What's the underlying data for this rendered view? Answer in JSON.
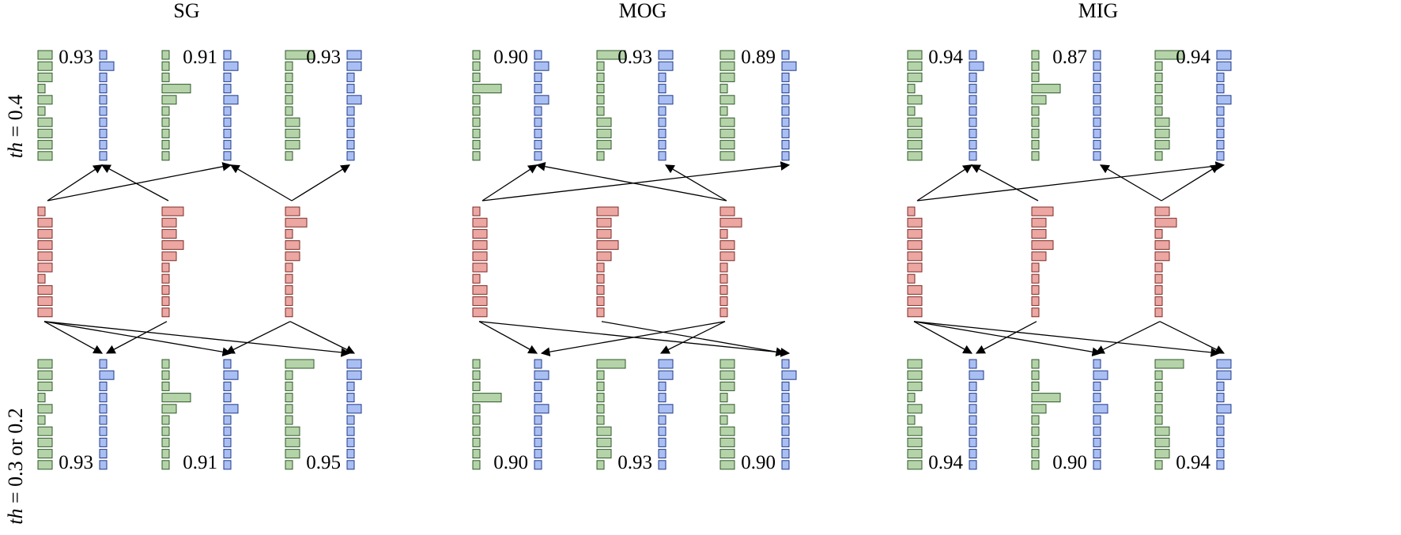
{
  "colors": {
    "green_fill": "#b5d3a8",
    "green_stroke": "#2f5a2a",
    "blue_fill": "#a9bef2",
    "blue_stroke": "#1f3a8a",
    "red_fill": "#eda7a2",
    "red_stroke": "#7a2a25",
    "arrow": "#000000"
  },
  "row_labels": {
    "top": {
      "var": "th",
      "rest": " = 0.4"
    },
    "bottom": {
      "var": "th",
      "rest": " = 0.3 or 0.2"
    }
  },
  "panels": [
    {
      "title": "SG",
      "top_pairs": [
        {
          "score": "0.93",
          "green": [
            2,
            2,
            2,
            1,
            2,
            1,
            2,
            2,
            2,
            2
          ],
          "blue": [
            1,
            2,
            1,
            1,
            1,
            1,
            1,
            1,
            1,
            1
          ]
        },
        {
          "score": "0.91",
          "green": [
            1,
            1,
            1,
            4,
            2,
            1,
            1,
            1,
            1,
            1
          ],
          "blue": [
            1,
            2,
            1,
            1,
            2,
            1,
            1,
            1,
            1,
            1
          ]
        },
        {
          "score": "0.93",
          "green": [
            4,
            1,
            1,
            1,
            1,
            1,
            2,
            2,
            2,
            1
          ],
          "blue": [
            2,
            2,
            1,
            1,
            2,
            1,
            1,
            1,
            1,
            1
          ]
        }
      ],
      "middle": [
        [
          1,
          2,
          2,
          2,
          2,
          2,
          1,
          2,
          2,
          2
        ],
        [
          3,
          2,
          2,
          3,
          2,
          1,
          1,
          1,
          1,
          1
        ],
        [
          2,
          3,
          1,
          2,
          2,
          1,
          1,
          1,
          1,
          1
        ]
      ],
      "bottom_pairs": [
        {
          "score": "0.93",
          "green": [
            2,
            2,
            2,
            1,
            2,
            1,
            2,
            2,
            2,
            2
          ],
          "blue": [
            1,
            2,
            1,
            1,
            1,
            1,
            1,
            1,
            1,
            1
          ]
        },
        {
          "score": "0.91",
          "green": [
            1,
            1,
            1,
            4,
            2,
            1,
            1,
            1,
            1,
            1
          ],
          "blue": [
            1,
            2,
            1,
            1,
            2,
            1,
            1,
            1,
            1,
            1
          ]
        },
        {
          "score": "0.95",
          "green": [
            4,
            1,
            1,
            1,
            1,
            1,
            2,
            2,
            2,
            1
          ],
          "blue": [
            2,
            2,
            1,
            1,
            2,
            1,
            1,
            1,
            1,
            1
          ]
        }
      ],
      "top_arrows": [
        [
          0,
          0
        ],
        [
          0,
          1
        ],
        [
          1,
          0
        ],
        [
          2,
          1
        ],
        [
          2,
          2
        ]
      ],
      "bottom_arrows": [
        [
          0,
          0
        ],
        [
          0,
          1
        ],
        [
          0,
          2
        ],
        [
          1,
          0
        ],
        [
          2,
          1
        ],
        [
          2,
          2
        ]
      ]
    },
    {
      "title": "MOG",
      "top_pairs": [
        {
          "score": "0.90",
          "green": [
            1,
            1,
            1,
            4,
            1,
            1,
            1,
            1,
            1,
            1
          ],
          "blue": [
            1,
            2,
            1,
            1,
            2,
            1,
            1,
            1,
            1,
            1
          ]
        },
        {
          "score": "0.93",
          "green": [
            4,
            1,
            1,
            1,
            1,
            1,
            2,
            2,
            2,
            1
          ],
          "blue": [
            2,
            2,
            1,
            1,
            2,
            1,
            1,
            1,
            1,
            1
          ]
        },
        {
          "score": "0.89",
          "green": [
            2,
            2,
            2,
            1,
            2,
            1,
            2,
            2,
            2,
            2
          ],
          "blue": [
            1,
            2,
            1,
            1,
            1,
            1,
            1,
            1,
            1,
            1
          ]
        }
      ],
      "middle": [
        [
          1,
          2,
          2,
          2,
          2,
          2,
          1,
          2,
          2,
          2
        ],
        [
          3,
          2,
          2,
          3,
          2,
          1,
          1,
          1,
          1,
          1
        ],
        [
          2,
          3,
          1,
          2,
          2,
          1,
          1,
          1,
          1,
          1
        ]
      ],
      "bottom_pairs": [
        {
          "score": "0.90",
          "green": [
            1,
            1,
            1,
            4,
            1,
            1,
            1,
            1,
            1,
            1
          ],
          "blue": [
            1,
            2,
            1,
            1,
            2,
            1,
            1,
            1,
            1,
            1
          ]
        },
        {
          "score": "0.93",
          "green": [
            4,
            1,
            1,
            1,
            1,
            1,
            2,
            2,
            2,
            1
          ],
          "blue": [
            2,
            2,
            1,
            1,
            2,
            1,
            1,
            1,
            1,
            1
          ]
        },
        {
          "score": "0.90",
          "green": [
            2,
            2,
            2,
            1,
            2,
            1,
            2,
            2,
            2,
            2
          ],
          "blue": [
            1,
            2,
            1,
            1,
            1,
            1,
            1,
            1,
            1,
            1
          ]
        }
      ],
      "top_arrows": [
        [
          0,
          0
        ],
        [
          0,
          2
        ],
        [
          2,
          0
        ],
        [
          2,
          1
        ]
      ],
      "bottom_arrows": [
        [
          0,
          0
        ],
        [
          0,
          2
        ],
        [
          1,
          2
        ],
        [
          2,
          0
        ],
        [
          2,
          1
        ]
      ]
    },
    {
      "title": "MIG",
      "top_pairs": [
        {
          "score": "0.94",
          "green": [
            2,
            2,
            2,
            1,
            2,
            1,
            2,
            2,
            2,
            2
          ],
          "blue": [
            1,
            2,
            1,
            1,
            1,
            1,
            1,
            1,
            1,
            1
          ]
        },
        {
          "score": "0.87",
          "green": [
            1,
            1,
            1,
            4,
            2,
            1,
            1,
            1,
            1,
            1
          ],
          "blue": [
            1,
            1,
            1,
            1,
            1,
            1,
            1,
            1,
            1,
            1
          ]
        },
        {
          "score": "0.94",
          "green": [
            4,
            1,
            1,
            1,
            1,
            1,
            2,
            2,
            2,
            1
          ],
          "blue": [
            2,
            2,
            1,
            1,
            2,
            1,
            1,
            1,
            1,
            1
          ]
        }
      ],
      "middle": [
        [
          1,
          2,
          2,
          2,
          2,
          2,
          1,
          2,
          2,
          2
        ],
        [
          3,
          2,
          2,
          3,
          2,
          1,
          1,
          1,
          1,
          1
        ],
        [
          2,
          3,
          1,
          2,
          2,
          1,
          1,
          1,
          1,
          1
        ]
      ],
      "bottom_pairs": [
        {
          "score": "0.94",
          "green": [
            2,
            2,
            2,
            1,
            2,
            1,
            2,
            2,
            2,
            2
          ],
          "blue": [
            1,
            2,
            1,
            1,
            1,
            1,
            1,
            1,
            1,
            1
          ]
        },
        {
          "score": "0.90",
          "green": [
            1,
            1,
            1,
            4,
            2,
            1,
            1,
            1,
            1,
            1
          ],
          "blue": [
            1,
            2,
            1,
            1,
            2,
            1,
            1,
            1,
            1,
            1
          ]
        },
        {
          "score": "0.94",
          "green": [
            4,
            1,
            1,
            1,
            1,
            1,
            2,
            2,
            2,
            1
          ],
          "blue": [
            2,
            2,
            1,
            1,
            2,
            1,
            1,
            1,
            1,
            1
          ]
        }
      ],
      "top_arrows": [
        [
          0,
          0
        ],
        [
          0,
          2
        ],
        [
          1,
          0
        ],
        [
          2,
          1
        ],
        [
          2,
          2
        ]
      ],
      "bottom_arrows": [
        [
          0,
          0
        ],
        [
          0,
          1
        ],
        [
          0,
          2
        ],
        [
          1,
          0
        ],
        [
          2,
          1
        ],
        [
          2,
          2
        ]
      ]
    }
  ]
}
